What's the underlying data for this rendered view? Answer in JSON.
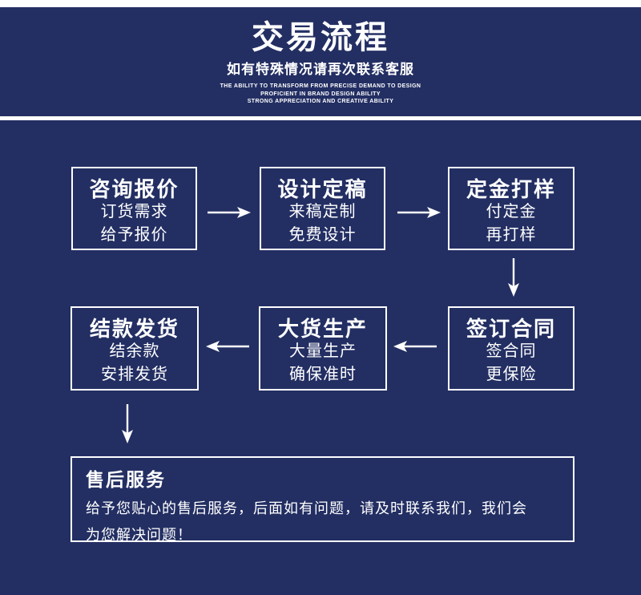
{
  "colors": {
    "navy": "#232f63",
    "white": "#ffffff"
  },
  "header": {
    "title": "交易流程",
    "subtitle": "如有特殊情况请再次联系客服",
    "tagline_lines": [
      "THE ABILITY TO TRANSFORM FROM PRECISE DEMAND TO DESIGN",
      "PROFICIENT IN BRAND DESIGN ABILITY",
      "STRONG APPRECIATION AND CREATIVE ABILITY"
    ]
  },
  "flow": {
    "steps": [
      {
        "title": "咨询报价",
        "lines": [
          "订货需求",
          "给予报价"
        ]
      },
      {
        "title": "设计定稿",
        "lines": [
          "来稿定制",
          "免费设计"
        ]
      },
      {
        "title": "定金打样",
        "lines": [
          "付定金",
          "再打样"
        ]
      },
      {
        "title": "签订合同",
        "lines": [
          "签合同",
          "更保险"
        ]
      },
      {
        "title": "大货生产",
        "lines": [
          "大量生产",
          "确保准时"
        ]
      },
      {
        "title": "结款发货",
        "lines": [
          "结余款",
          "安排发货"
        ]
      }
    ]
  },
  "after_sales": {
    "title": "售后服务",
    "description": "给予您贴心的售后服务，后面如有问题，请及时联系我们，我们会为您解决问题！"
  },
  "icons": {
    "arrow_right": "→",
    "arrow_left": "←",
    "arrow_down": "↓"
  }
}
